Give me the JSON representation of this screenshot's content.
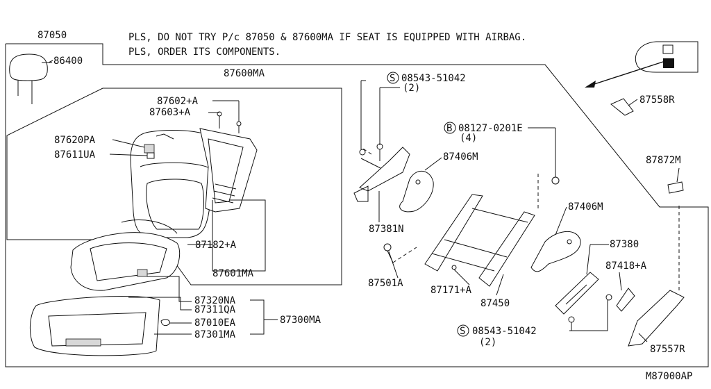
{
  "notes": {
    "line1": "PLS, DO NOT TRY P/c 87050 & 87600MA IF SEAT IS EQUIPPED WITH AIRBAG.",
    "line2": "PLS, ORDER ITS COMPONENTS."
  },
  "labels": {
    "p87050": "87050",
    "p86400": "86400",
    "p87600MA": "87600MA",
    "p87602A": "87602+A",
    "p87603A": "87603+A",
    "p87620PA": "87620PA",
    "p87611UA": "87611UA",
    "p87182A": "87182+A",
    "p87601MA": "87601MA",
    "p87320NA": "87320NA",
    "p87311QA": "87311QA",
    "p87010EA": "87010EA",
    "p87301MA": "87301MA",
    "p87300MA": "87300MA",
    "bolt1_code": "08543-51042",
    "bolt1_qty": "(2)",
    "bolt1_symbol": "S",
    "bolt2_code": "08127-0201E",
    "bolt2_qty": "(4)",
    "bolt2_symbol": "B",
    "bolt3_code": "08543-51042",
    "bolt3_qty": "(2)",
    "bolt3_symbol": "S",
    "p87406M_a": "87406M",
    "p87406M_b": "87406M",
    "p87381N": "87381N",
    "p87501A": "87501A",
    "p87171A": "87171+A",
    "p87450": "87450",
    "p87380": "87380",
    "p87418A": "87418+A",
    "p87558R": "87558R",
    "p87872M": "87872M",
    "p87557R": "87557R",
    "diagram_code": "M87000AP"
  }
}
